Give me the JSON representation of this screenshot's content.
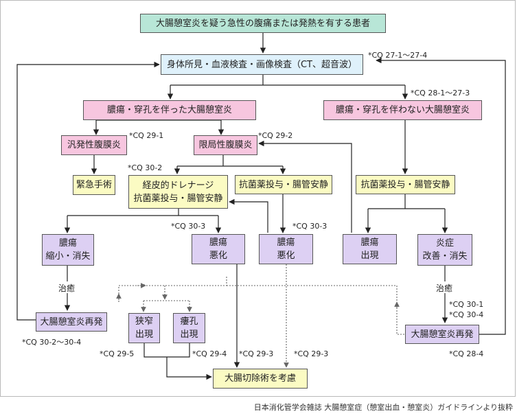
{
  "nodes": {
    "patient": "大腸憩室炎を疑う急性の腹痛または発熱を有する患者",
    "exam": "身体所見・血液検査・画像検査（CT、超音波）",
    "abscess_perf": "膿瘍・穿孔を伴った大腸憩室炎",
    "no_abscess_perf": "膿瘍・穿孔を伴わない大腸憩室炎",
    "diffuse_peritonitis": "汎発性腹膜炎",
    "local_peritonitis": "限局性腹膜炎",
    "emergency_surgery": "緊急手術",
    "drainage_line1": "経皮的ドレナージ",
    "drainage_line2": "抗菌薬投与・腸管安静",
    "antibiotics_mid": "抗菌薬投与・腸管安静",
    "antibiotics_right": "抗菌薬投与・腸管安静",
    "shrink_line1": "膿瘍",
    "shrink_line2": "縮小・消失",
    "worse1_line1": "膿瘍",
    "worse1_line2": "悪化",
    "worse2_line1": "膿瘍",
    "worse2_line2": "悪化",
    "appear_line1": "膿瘍",
    "appear_line2": "出現",
    "improve_line1": "炎症",
    "improve_line2": "改善・消失",
    "healed_left": "治癒",
    "healed_right": "治癒",
    "recur_left": "大腸憩室炎再発",
    "recur_right": "大腸憩室炎再発",
    "stenosis_line1": "狭窄",
    "stenosis_line2": "出現",
    "fistula_line1": "瘻孔",
    "fistula_line2": "出現",
    "resection": "大腸切除術を考慮"
  },
  "cq": {
    "exam": "*CQ 27-1～27-4",
    "no_abscess": "*CQ 28-1～27-3",
    "diffuse": "*CQ 29-1",
    "local": "*CQ 29-2",
    "drainage": "*CQ 30-2",
    "worse1": "*CQ 30-3",
    "worse2": "*CQ 30-3",
    "recur_left": "*CQ 30-2～30-4",
    "recur_right_a": "*CQ 30-1",
    "recur_right_b": "*CQ 30-4",
    "recur_right_c": "*CQ 28-4",
    "stenosis": "*CQ 29-5",
    "fistula": "*CQ 29-4",
    "worse1_resection": "*CQ 29-3",
    "worse2_resection": "*CQ 29-3"
  },
  "footer": "日本消化管学会雑誌 大腸憩室症（憩室出血・憩室炎）ガイドラインより抜粋",
  "colors": {
    "teal": "#b8e6d7",
    "blue": "#dff1fb",
    "pink": "#f7c6df",
    "yellow": "#fbfbc3",
    "purple": "#ddd0f3"
  }
}
